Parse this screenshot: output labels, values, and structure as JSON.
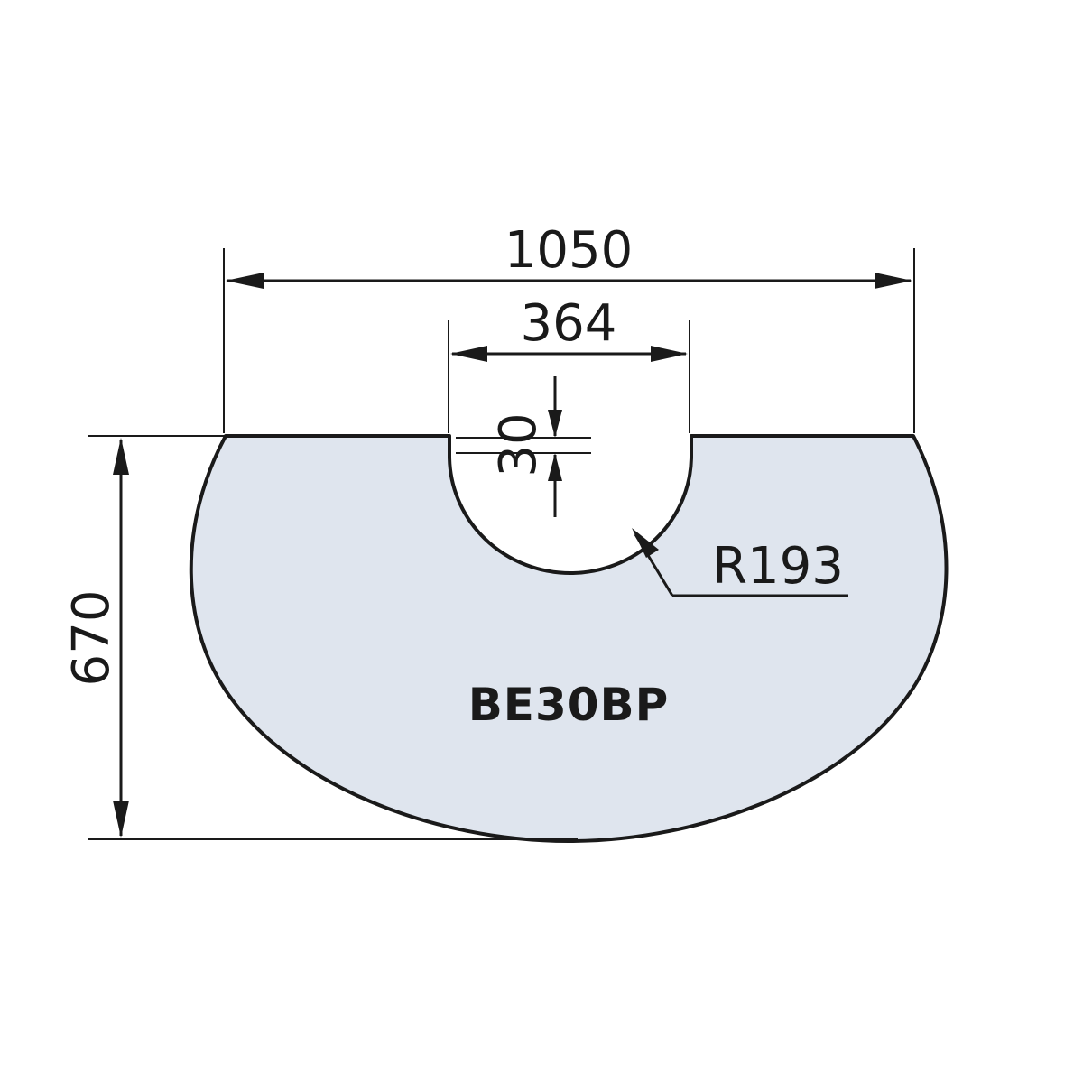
{
  "drawing": {
    "colors": {
      "plate_fill": "#dfe5ee",
      "line": "#1a1a1a",
      "background": "#ffffff"
    },
    "dimensions": {
      "overall_width": "1050",
      "cutout_width": "364",
      "notch_depth": "30",
      "overall_depth": "670",
      "cutout_radius": "R193"
    },
    "product_code": "BE30BP"
  }
}
